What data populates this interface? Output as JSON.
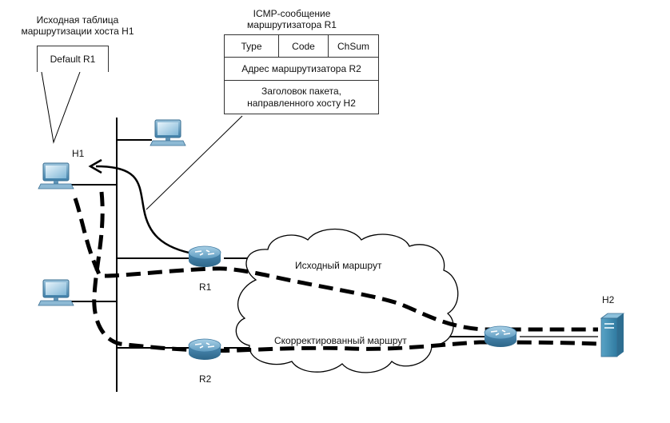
{
  "routing_table": {
    "title_line1": "Исходная таблица",
    "title_line2": "маршрутизации хоста H1",
    "entry": "Default R1"
  },
  "icmp": {
    "title_line1": "ICMP-сообщение",
    "title_line2": "маршрутизатора R1",
    "fields": [
      "Type",
      "Code",
      "ChSum"
    ],
    "router_address": "Адрес маршрутизатора R2",
    "header_line1": "Заголовок пакета,",
    "header_line2": "направленного хосту H2"
  },
  "nodes": {
    "h1": "H1",
    "r1": "R1",
    "r2": "R2",
    "h2": "H2"
  },
  "routes": {
    "original": "Исходный маршрут",
    "corrected": "Скорректированный маршрут"
  }
}
